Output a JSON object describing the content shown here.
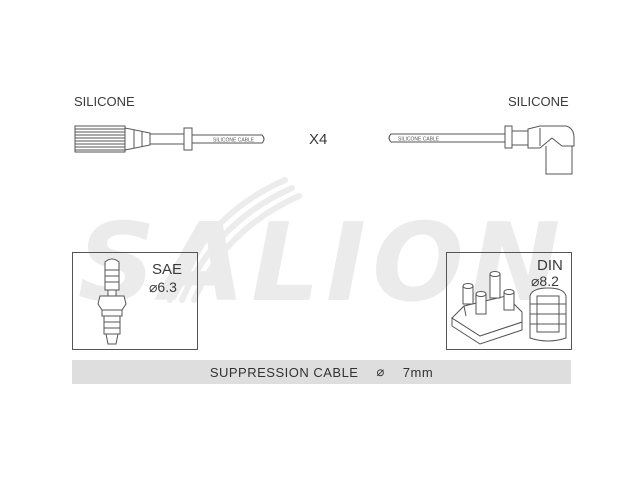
{
  "watermark": {
    "text": "SALION",
    "color": "#e9e9e9"
  },
  "cable_left": {
    "label": "SILICONE",
    "print": "SILICONE CABLE"
  },
  "cable_right": {
    "label": "SILICONE",
    "print": "SILICONE CABLE"
  },
  "quantity": "X4",
  "plug_left": {
    "standard": "SAE",
    "size": "⌀6.3"
  },
  "plug_right": {
    "standard": "DIN",
    "size": "⌀8.2"
  },
  "spec_bar": {
    "name": "SUPPRESSION CABLE",
    "diameter_symbol": "⌀",
    "diameter": "7mm"
  },
  "colors": {
    "line": "#555555",
    "bar": "#dedede"
  }
}
